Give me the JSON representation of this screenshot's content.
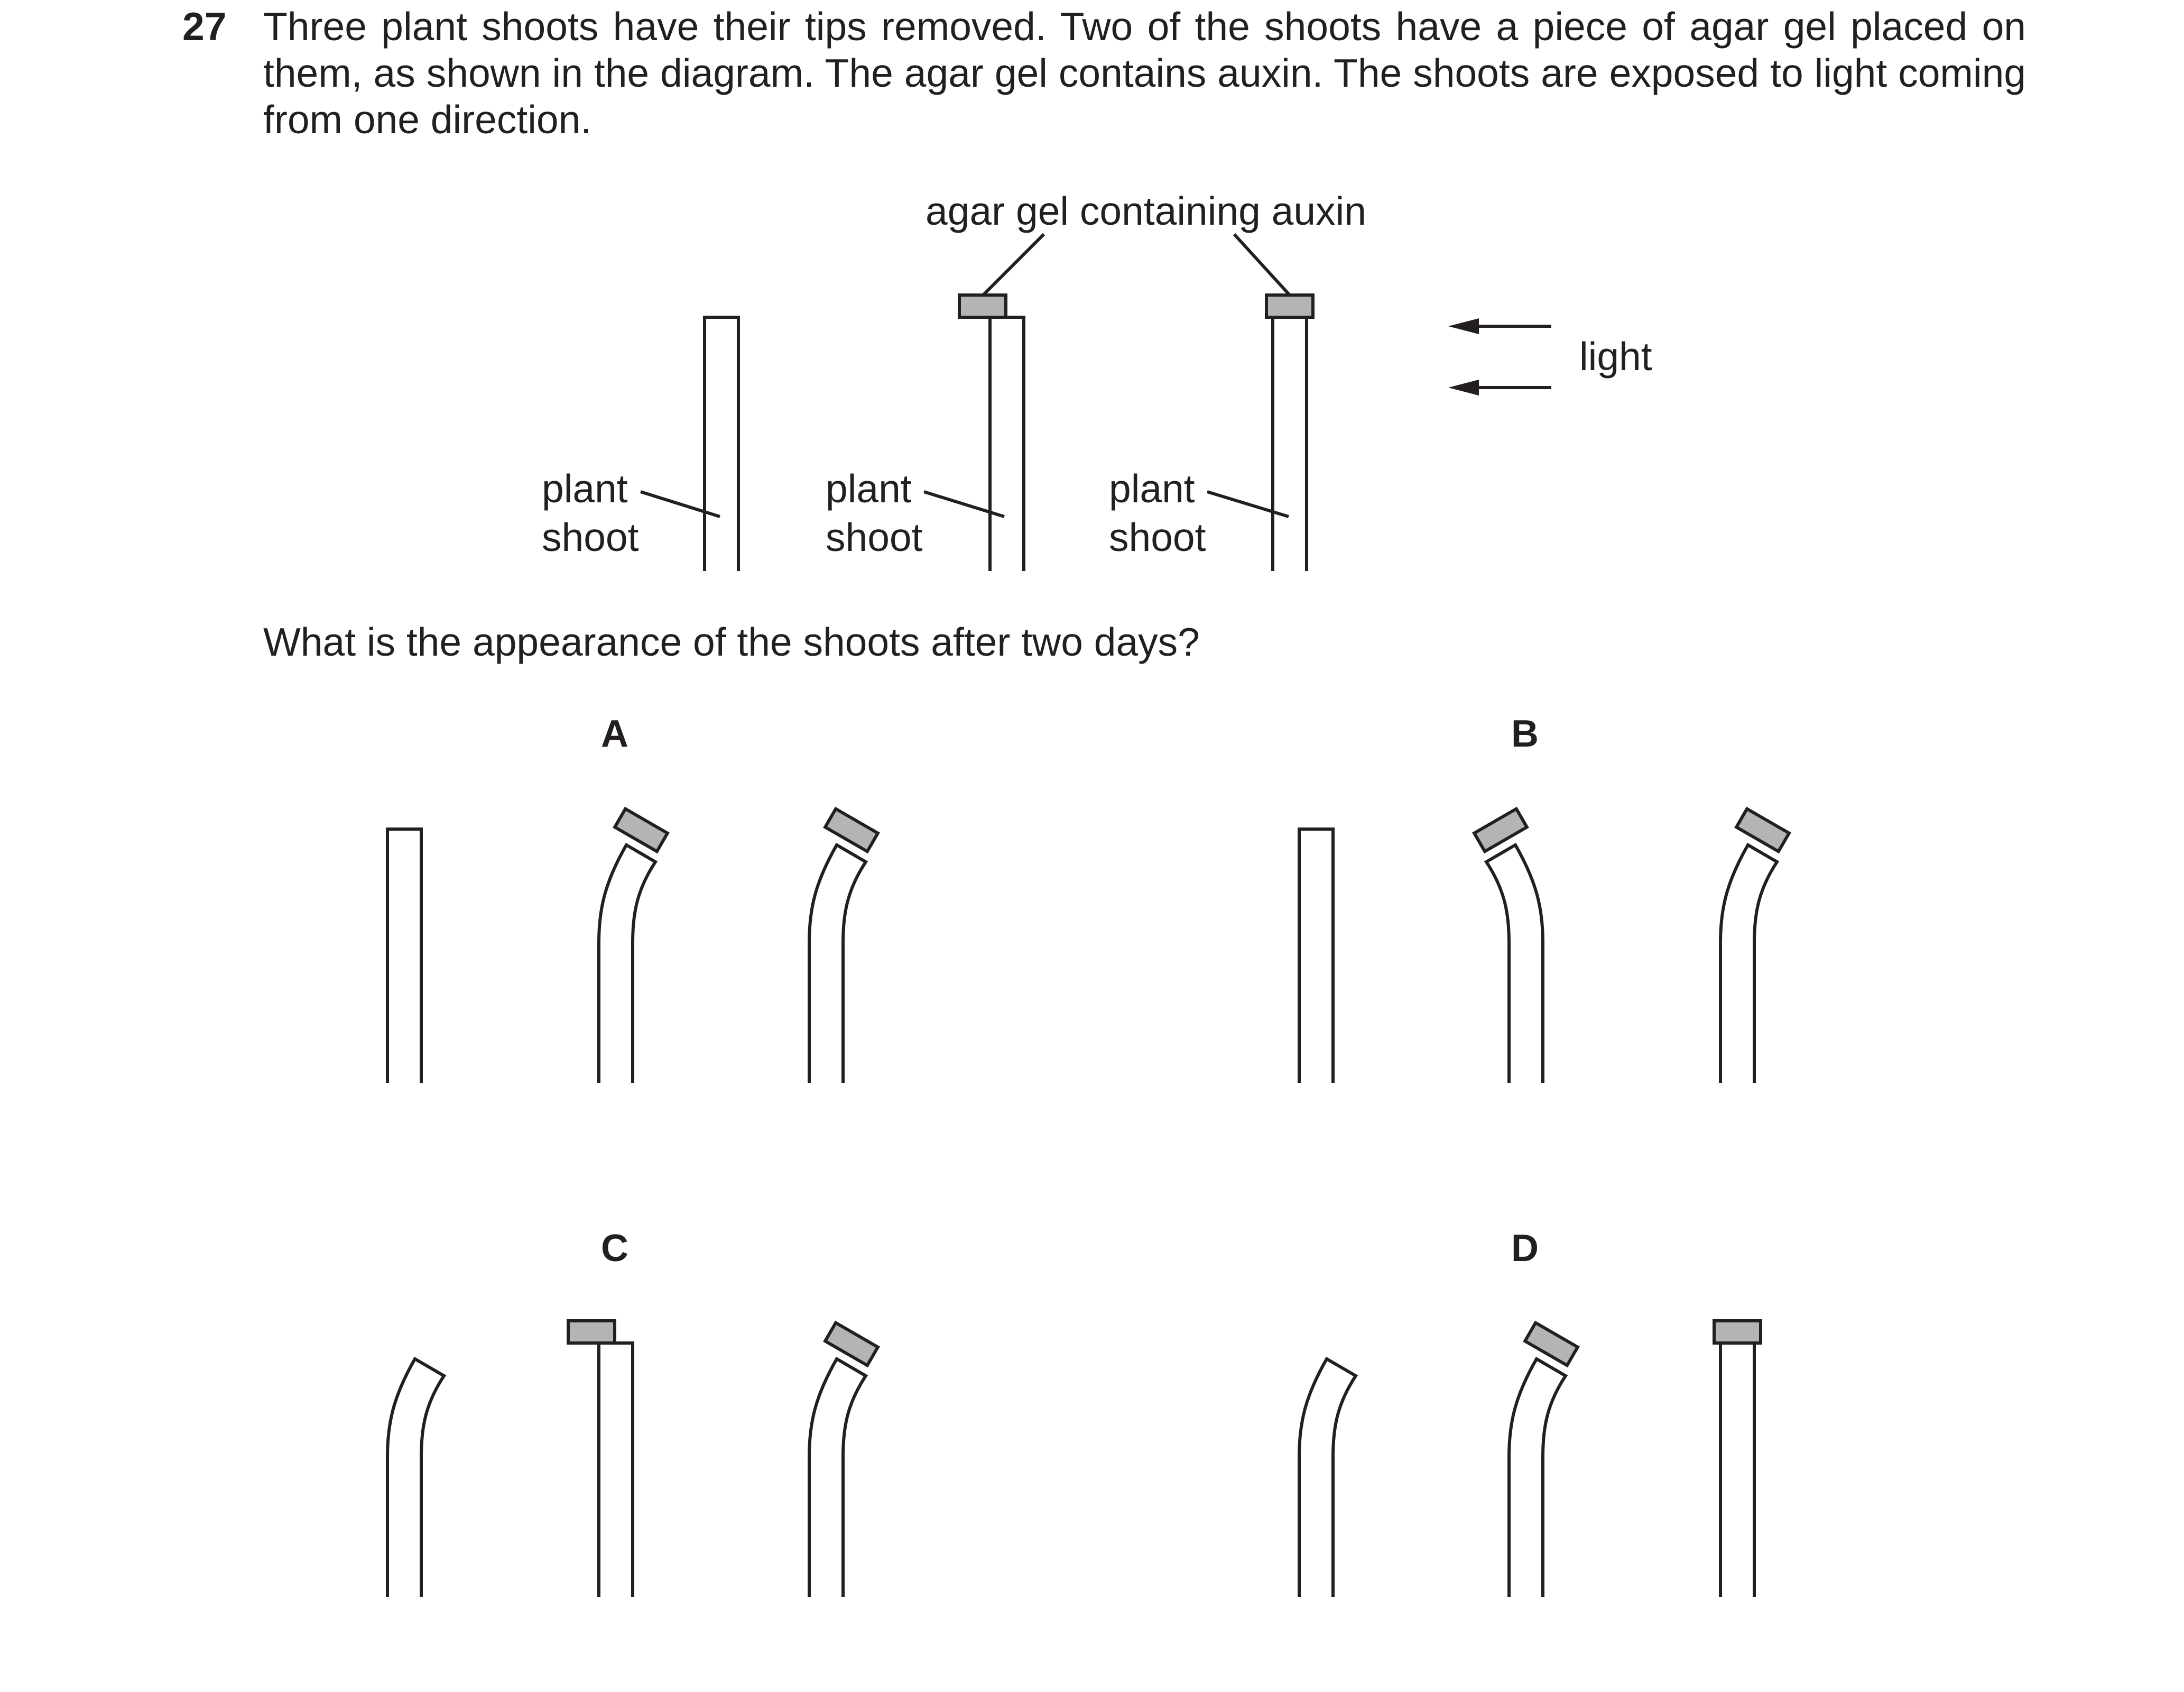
{
  "question": {
    "number": "27",
    "intro": "Three plant shoots have their tips removed. Two of the shoots have a piece of agar gel placed on them, as shown in the diagram. The agar gel contains auxin. The shoots are exposed to light coming from one direction.",
    "prompt": "What is the appearance of the shoots after two days?"
  },
  "diagram": {
    "agar_label": "agar gel containing auxin",
    "light_label": "light",
    "shoot_labels": [
      {
        "line1": "plant",
        "line2": "shoot"
      },
      {
        "line1": "plant",
        "line2": "shoot"
      },
      {
        "line1": "plant",
        "line2": "shoot"
      }
    ]
  },
  "options": [
    {
      "letter": "A"
    },
    {
      "letter": "B"
    },
    {
      "letter": "C"
    },
    {
      "letter": "D"
    }
  ],
  "colors": {
    "ink": "#231f20",
    "agar_fill": "#b4b4b4"
  }
}
